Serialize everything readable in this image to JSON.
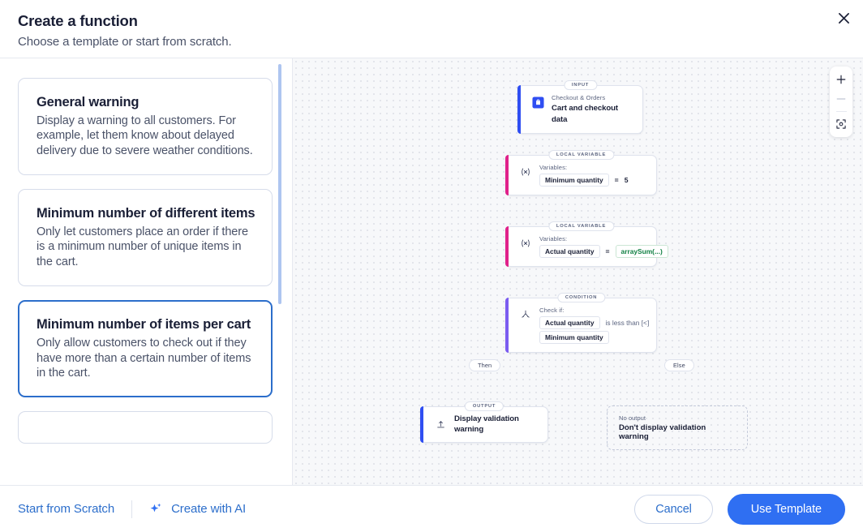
{
  "header": {
    "title": "Create a function",
    "subtitle": "Choose a template or start from scratch.",
    "close_icon": "close-icon"
  },
  "sidebar": {
    "templates": [
      {
        "title": "General warning",
        "description": "Display a warning to all customers. For example, let them know about delayed delivery due to severe weather conditions.",
        "selected": false
      },
      {
        "title": "Minimum number of different items",
        "description": "Only let customers place an order if there is a minimum number of unique items in the cart.",
        "selected": false
      },
      {
        "title": "Minimum number of items per cart",
        "description": "Only allow customers to check out if they have more than a certain number of items in the cart.",
        "selected": true
      }
    ]
  },
  "canvas": {
    "zoom_controls": {
      "zoom_in": "+",
      "zoom_out": "−",
      "fit_icon": "fit-to-screen-icon"
    },
    "nodes": [
      {
        "id": "input",
        "badge": "INPUT",
        "accent_color": "#2f4ef2",
        "icon": "shopping-bag-icon",
        "subtitle": "Checkout & Orders",
        "title": "Cart and checkout data"
      },
      {
        "id": "local-variable-1",
        "badge": "LOCAL VARIABLE",
        "accent_color": "#e0218a",
        "icon": "variable-icon",
        "subtitle": "Variables:",
        "variable": "Minimum quantity",
        "operator": "=",
        "value": "5"
      },
      {
        "id": "local-variable-2",
        "badge": "LOCAL VARIABLE",
        "accent_color": "#e0218a",
        "icon": "variable-icon",
        "subtitle": "Variables:",
        "variable": "Actual quantity",
        "operator": "=",
        "value": "arraySum(...)"
      },
      {
        "id": "condition",
        "badge": "CONDITION",
        "accent_color": "#7b5cf0",
        "icon": "branch-icon",
        "subtitle": "Check if:",
        "left_operand": "Actual quantity",
        "comparator": "is less than [<]",
        "right_operand": "Minimum quantity"
      },
      {
        "id": "output",
        "badge": "OUTPUT",
        "accent_color": "#2f4ef2",
        "icon": "output-upload-icon",
        "title": "Display validation warning"
      },
      {
        "id": "no-output",
        "subtitle": "No output",
        "title": "Don't display validation warning"
      }
    ],
    "branch_labels": {
      "then": "Then",
      "else": "Else"
    }
  },
  "footer": {
    "start_from_scratch": "Start from Scratch",
    "create_with_ai": "Create with AI",
    "ai_icon": "sparkle-icon",
    "cancel": "Cancel",
    "use_template": "Use Template"
  },
  "colors": {
    "accent_blue": "#2f6ff2",
    "link_blue": "#2c6ecb",
    "selected_border": "#2c6ecb",
    "pink": "#e0218a",
    "purple": "#7b5cf0",
    "green": "#108043"
  }
}
